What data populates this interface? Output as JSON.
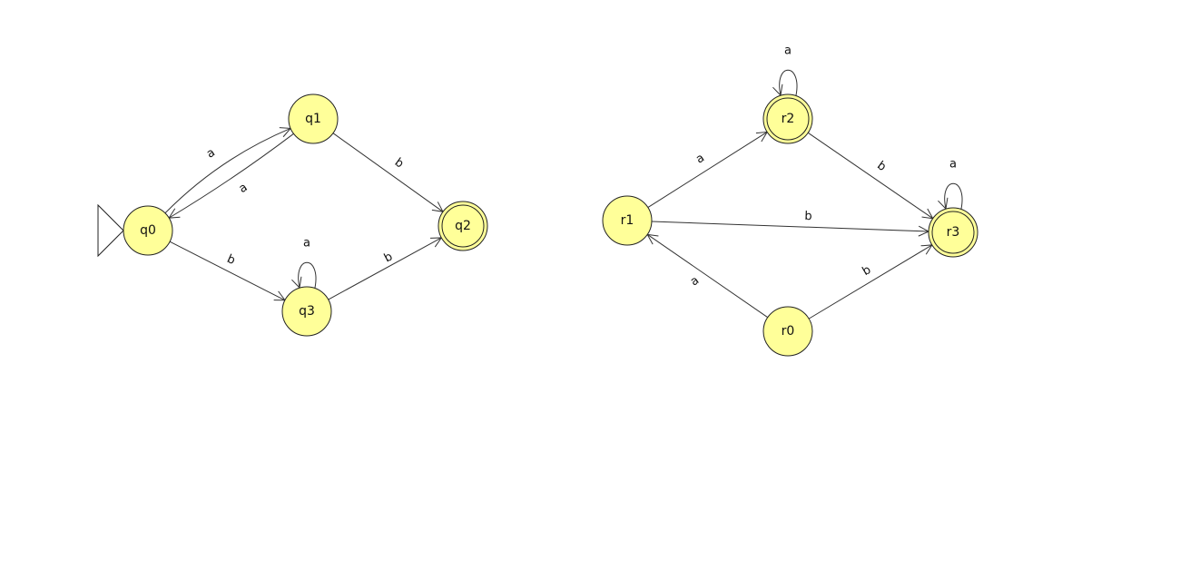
{
  "colors": {
    "state_fill": "#ffff99",
    "stroke": "#222222",
    "background": "#ffffff"
  },
  "automata": [
    {
      "name": "left",
      "states": [
        {
          "id": "q0",
          "label": "q0",
          "initial": true,
          "final": false
        },
        {
          "id": "q1",
          "label": "q1",
          "initial": false,
          "final": false
        },
        {
          "id": "q2",
          "label": "q2",
          "initial": false,
          "final": true
        },
        {
          "id": "q3",
          "label": "q3",
          "initial": false,
          "final": false
        }
      ],
      "transitions": [
        {
          "from": "q0",
          "to": "q1",
          "label": "a"
        },
        {
          "from": "q1",
          "to": "q0",
          "label": "a"
        },
        {
          "from": "q1",
          "to": "q2",
          "label": "b"
        },
        {
          "from": "q0",
          "to": "q3",
          "label": "b"
        },
        {
          "from": "q3",
          "to": "q3",
          "label": "a"
        },
        {
          "from": "q3",
          "to": "q2",
          "label": "b"
        }
      ]
    },
    {
      "name": "right",
      "states": [
        {
          "id": "r0",
          "label": "r0",
          "initial": false,
          "final": false
        },
        {
          "id": "r1",
          "label": "r1",
          "initial": false,
          "final": false
        },
        {
          "id": "r2",
          "label": "r2",
          "initial": false,
          "final": true
        },
        {
          "id": "r3",
          "label": "r3",
          "initial": false,
          "final": true
        }
      ],
      "transitions": [
        {
          "from": "r1",
          "to": "r2",
          "label": "a"
        },
        {
          "from": "r2",
          "to": "r2",
          "label": "a"
        },
        {
          "from": "r2",
          "to": "r3",
          "label": "b"
        },
        {
          "from": "r1",
          "to": "r3",
          "label": "b"
        },
        {
          "from": "r3",
          "to": "r3",
          "label": "a"
        },
        {
          "from": "r0",
          "to": "r1",
          "label": "a"
        },
        {
          "from": "r0",
          "to": "r3",
          "label": "b"
        }
      ]
    }
  ]
}
